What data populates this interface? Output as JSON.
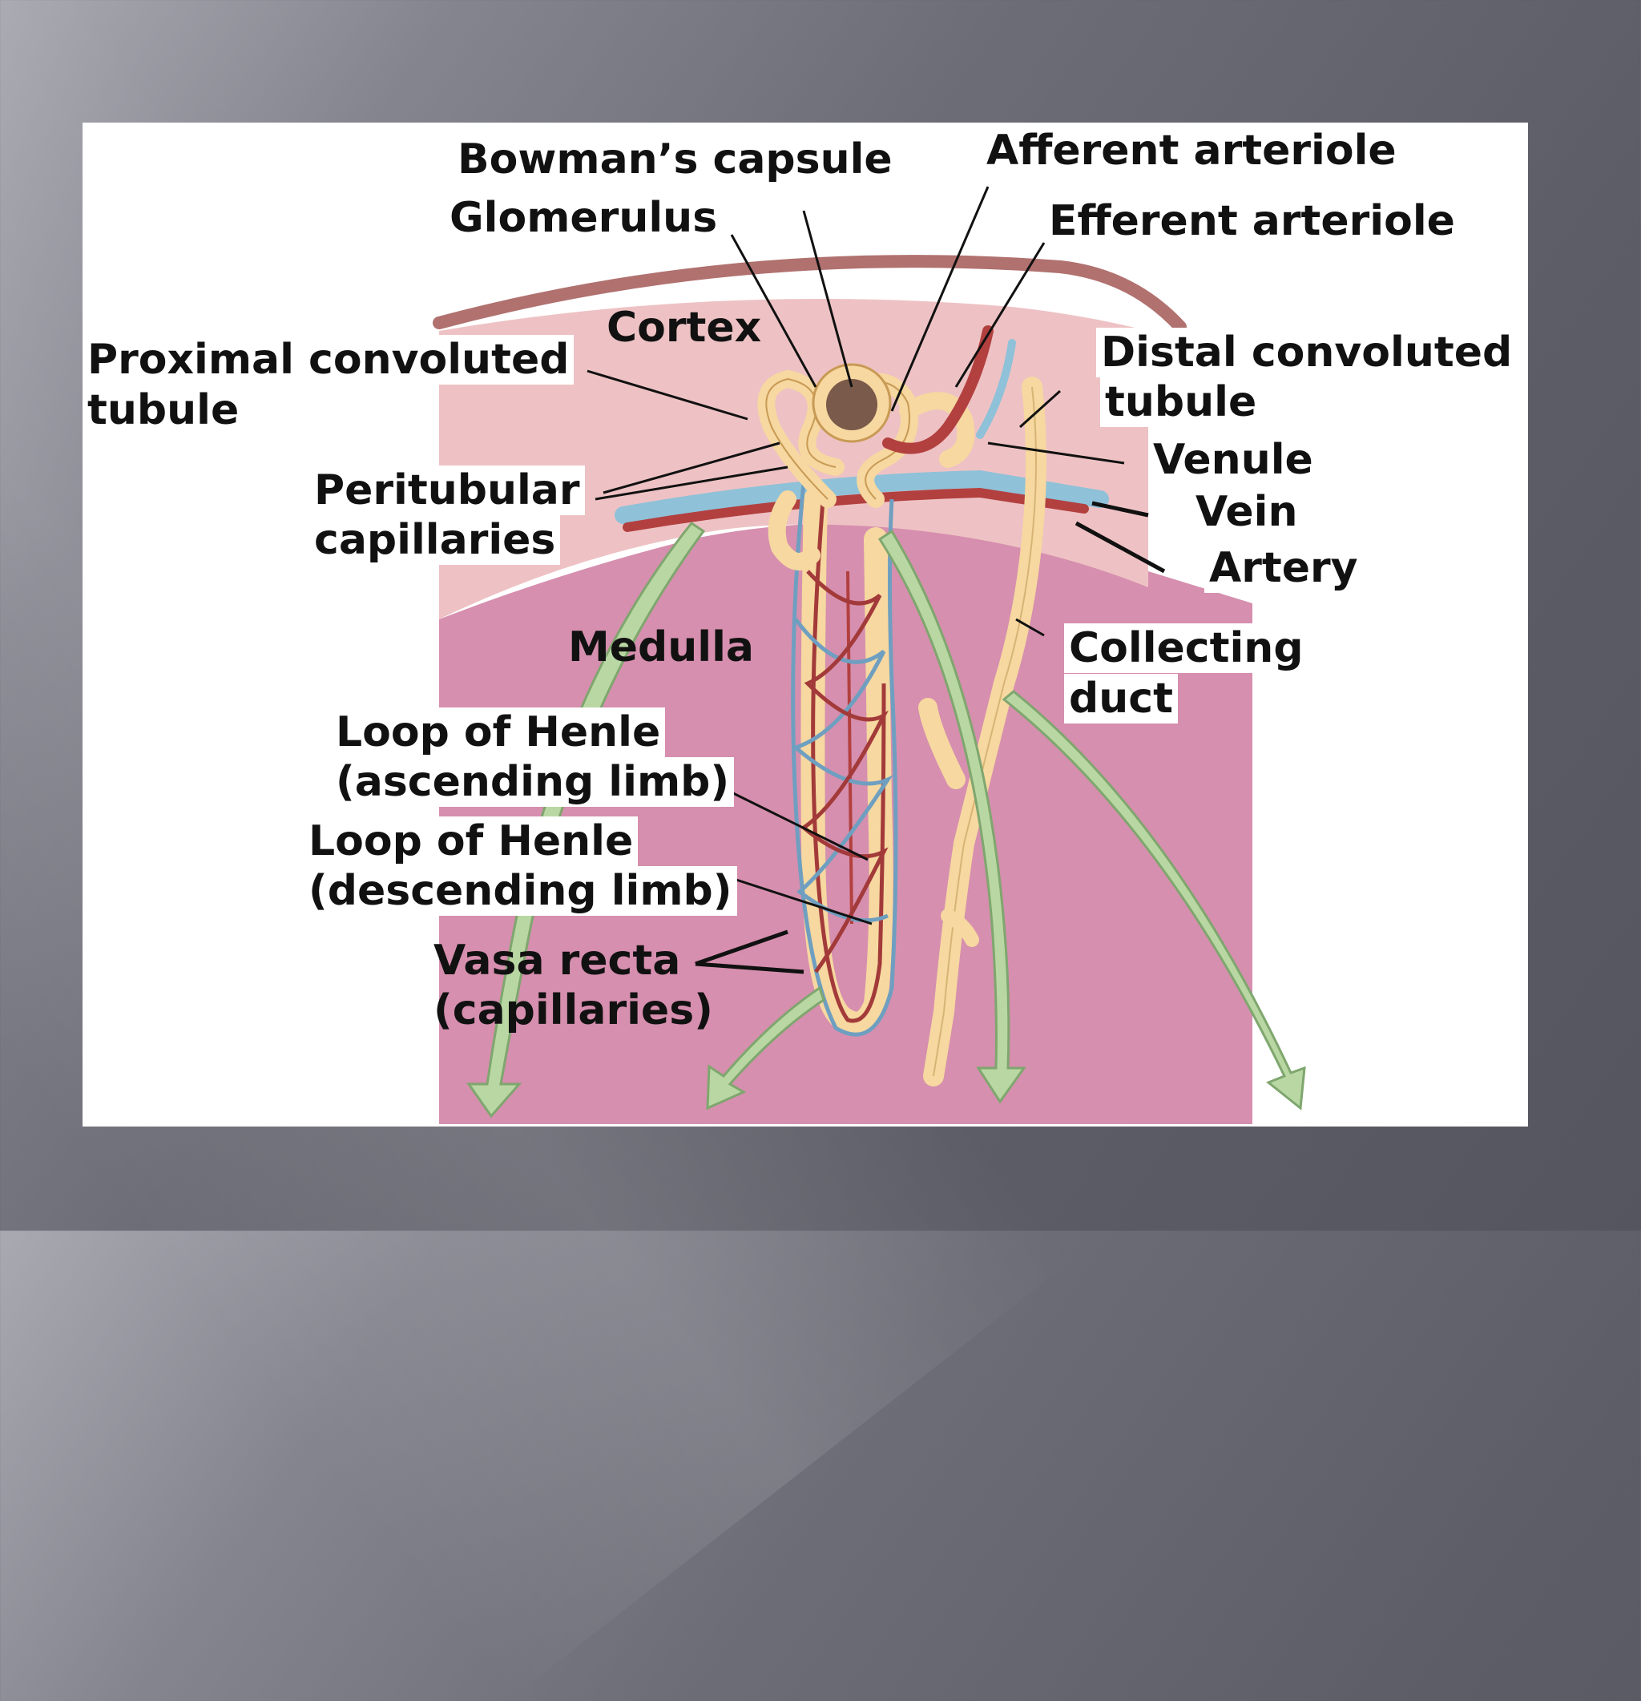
{
  "diagram": {
    "labels": {
      "bowmans_capsule": "Bowman’s capsule",
      "glomerulus": "Glomerulus",
      "afferent_arteriole": "Afferent arteriole",
      "efferent_arteriole": "Efferent arteriole",
      "cortex": "Cortex",
      "proximal_line1": "Proximal convoluted",
      "proximal_line2": "tubule",
      "distal_line1": "Distal convoluted",
      "distal_line2": "tubule",
      "venule": "Venule",
      "vein": "Vein",
      "artery": "Artery",
      "peritubular_line1": "Peritubular",
      "peritubular_line2": "capillaries",
      "medulla": "Medulla",
      "collecting_line1": "Collecting",
      "collecting_line2": "duct",
      "loop_asc_line1": "Loop of Henle",
      "loop_asc_line2": "(ascending limb)",
      "loop_desc_line1": "Loop of Henle",
      "loop_desc_line2": "(descending limb)",
      "vasa_line1": "Vasa recta",
      "vasa_line2": "(capillaries)"
    },
    "colors": {
      "cortex": "#eec2c4",
      "medulla": "#d68fae",
      "capsule_band": "#b0716f",
      "tubule": "#f6d8a0",
      "vein": "#8fc1d8",
      "artery": "#b2403f",
      "arrow": "#b9d7a3",
      "text": "#111111"
    }
  }
}
